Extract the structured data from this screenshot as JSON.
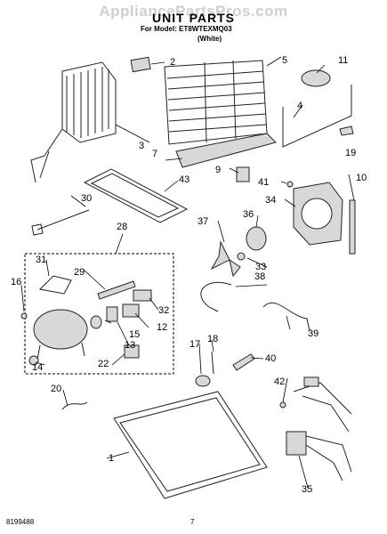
{
  "header": {
    "watermark": "AppliancePartsPros.com",
    "title": "UNIT PARTS",
    "model_line": "For Model: ET8WTEXMQ03",
    "color_line": "(White)"
  },
  "footer": {
    "doc_number": "8199488",
    "page_number": "7"
  },
  "callouts": [
    "1",
    "2",
    "3",
    "4",
    "5",
    "7",
    "9",
    "10",
    "11",
    "12",
    "13",
    "14",
    "15",
    "16",
    "17",
    "18",
    "19",
    "20",
    "22",
    "28",
    "29",
    "30",
    "31",
    "32",
    "33",
    "34",
    "35",
    "36",
    "37",
    "38",
    "39",
    "40",
    "41",
    "42",
    "43"
  ]
}
